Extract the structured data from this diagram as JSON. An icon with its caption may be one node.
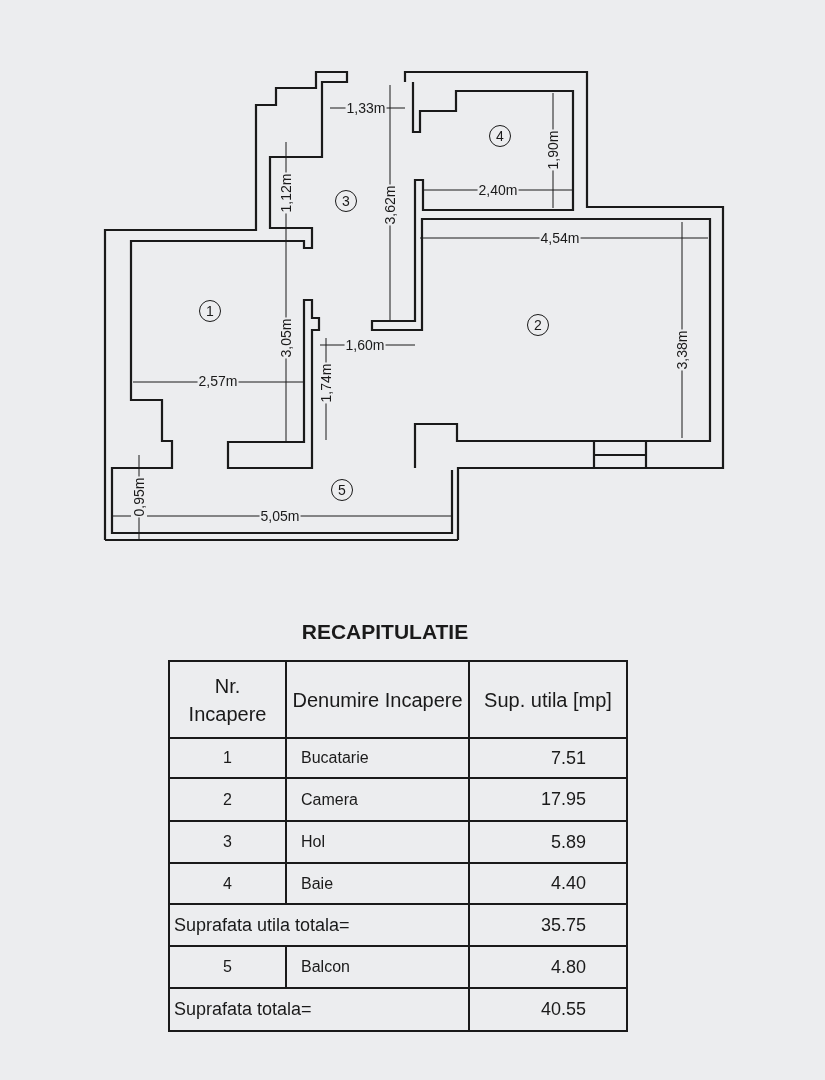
{
  "diagram": {
    "title": "RECAPITULATIE",
    "labels": [
      "1,33m",
      "4",
      "1,90m",
      "1,12m",
      "3",
      "3,62m",
      "2,40m",
      "4,54m",
      "1",
      "3,05m",
      "1,60m",
      "2",
      "3,38m",
      "2,57m",
      "1,74m",
      "5",
      "0,95m",
      "5,05m",
      "Nr. Incapere",
      "Denumire Incapere",
      "Sup. utila [mp]",
      "1",
      "Bucatarie",
      "7.51",
      "2",
      "Camera",
      "17.95",
      "3",
      "Hol",
      "5.89",
      "4",
      "Baie",
      "4.40",
      "Suprafata utila totala=",
      "35.75",
      "5",
      "Balcon",
      "4.80",
      "Suprafata totala=",
      "40.55"
    ]
  }
}
